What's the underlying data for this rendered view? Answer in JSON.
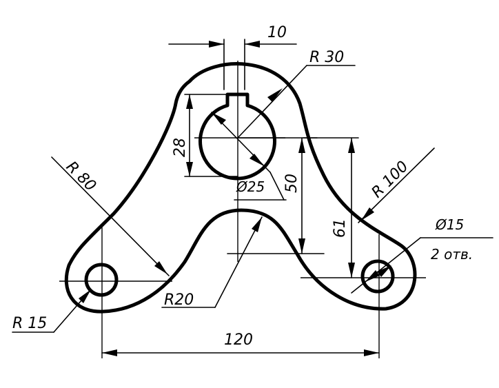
{
  "labels": {
    "slot_width": "10",
    "top_radius": "R 30",
    "slot_depth": "28",
    "bore_diameter": "Ø25",
    "height_50": "50",
    "height_61": "61",
    "left_arc": "R 80",
    "right_arc": "R 100",
    "hole_diameter": "Ø15",
    "hole_count": "2 отв.",
    "inner_radius": "R20",
    "lug_radius": "R 15",
    "base_length": "120"
  }
}
